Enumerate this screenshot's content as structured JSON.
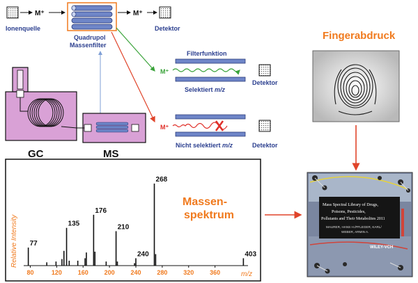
{
  "colors": {
    "blue_text": "#2b3f8f",
    "orange": "#f07a1e",
    "pink": "#d9a1d6",
    "rod_blue": "#6f86c8",
    "green": "#3aa33a",
    "red": "#e0302a"
  },
  "top_flow": {
    "ion_source_label": "Ionenquelle",
    "ion_in": "M⁺",
    "ion_out": "M⁺",
    "quadrupole_label_line1": "Quadrupol",
    "quadrupole_label_line2": "Massenfilter",
    "detector_label": "Detektor"
  },
  "filter": {
    "title": "Filterfunktion",
    "selected_ion": "M⁺",
    "selected_caption_prefix": "Selektiert ",
    "selected_caption_mz": "m/z",
    "selected_detector": "Detektor",
    "rejected_ion": "M⁺",
    "rejected_caption_prefix": "Nicht selektiert ",
    "rejected_caption_mz": "m/z",
    "rejected_detector": "Detektor"
  },
  "instrument": {
    "gc_label": "GC",
    "ms_label": "MS"
  },
  "fingerprint": {
    "title": "Fingerabdruck",
    "icon": "fingerprint-icon"
  },
  "spectrum": {
    "title_line1": "Massen-",
    "title_line2": "spektrum"
  },
  "book": {
    "title_lines": [
      "Mass Spectral Library of Drugs,",
      "Poisons, Pesticides,",
      "Pollutants and Their Metabolites 2011"
    ],
    "author_lines": [
      "MAURER, HANS H./PFLEGER, KARL/",
      "WEBER, ARMIN A."
    ],
    "publisher": "WILEY-VCH"
  },
  "chart_data": {
    "type": "bar",
    "xlabel": "m/z",
    "ylabel": "Relative Intensity",
    "xlim": [
      70,
      410
    ],
    "ylim": [
      0,
      100
    ],
    "xticks": [
      80,
      120,
      160,
      200,
      240,
      280,
      320,
      360
    ],
    "peaks": [
      {
        "x": 77,
        "y": 22,
        "label": "77"
      },
      {
        "x": 105,
        "y": 4
      },
      {
        "x": 119,
        "y": 5
      },
      {
        "x": 128,
        "y": 8
      },
      {
        "x": 131,
        "y": 18
      },
      {
        "x": 135,
        "y": 46,
        "label": "135"
      },
      {
        "x": 139,
        "y": 6
      },
      {
        "x": 152,
        "y": 6
      },
      {
        "x": 163,
        "y": 9
      },
      {
        "x": 165,
        "y": 16
      },
      {
        "x": 176,
        "y": 62,
        "label": "176"
      },
      {
        "x": 178,
        "y": 17
      },
      {
        "x": 195,
        "y": 5
      },
      {
        "x": 210,
        "y": 42,
        "label": "210"
      },
      {
        "x": 212,
        "y": 5
      },
      {
        "x": 238,
        "y": 3
      },
      {
        "x": 240,
        "y": 9,
        "label": "240"
      },
      {
        "x": 268,
        "y": 100,
        "label": "268"
      },
      {
        "x": 270,
        "y": 14
      },
      {
        "x": 403,
        "y": 9,
        "label": "403"
      }
    ]
  }
}
